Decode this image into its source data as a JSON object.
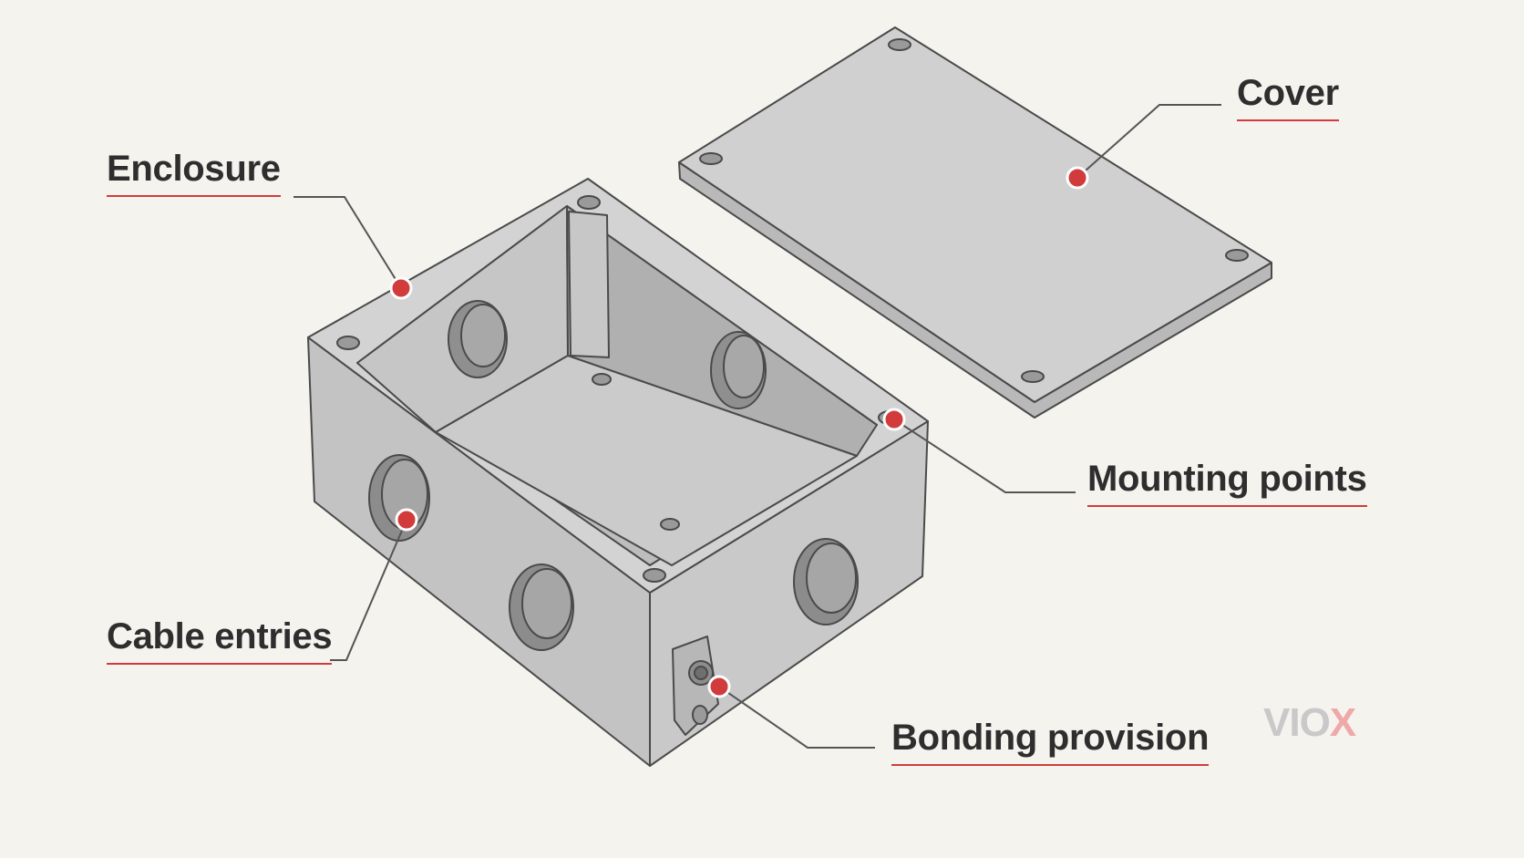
{
  "labels": {
    "enclosure": "Enclosure",
    "cover": "Cover",
    "mounting_points": "Mounting points",
    "cable_entries": "Cable entries",
    "bonding_provision": "Bonding provision"
  },
  "logo": {
    "main": "VIO",
    "accent": "X"
  },
  "colors": {
    "background": "#f5f3ee",
    "marker": "#d23b3b",
    "outline": "#4a4a4a",
    "body": "#cfcfcf",
    "label_text": "#2e2e2e"
  }
}
